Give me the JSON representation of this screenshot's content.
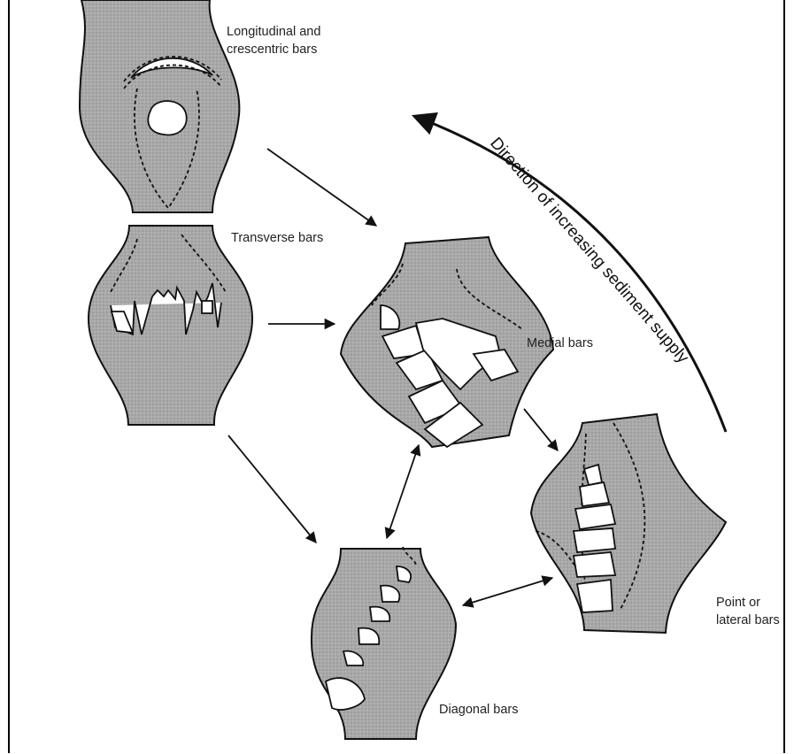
{
  "labels": {
    "longitudinal_line1": "Longitudinal and",
    "longitudinal_line2": "crescentric bars",
    "transverse": "Transverse bars",
    "medial": "Medial bars",
    "point_line1": "Point or",
    "point_line2": "lateral bars",
    "diagonal": "Diagonal bars",
    "direction": "Direction of increasing sediment supply"
  },
  "colors": {
    "channel_fill": "#a9a9a9",
    "outline": "#111111",
    "bar_fill": "#ffffff"
  }
}
